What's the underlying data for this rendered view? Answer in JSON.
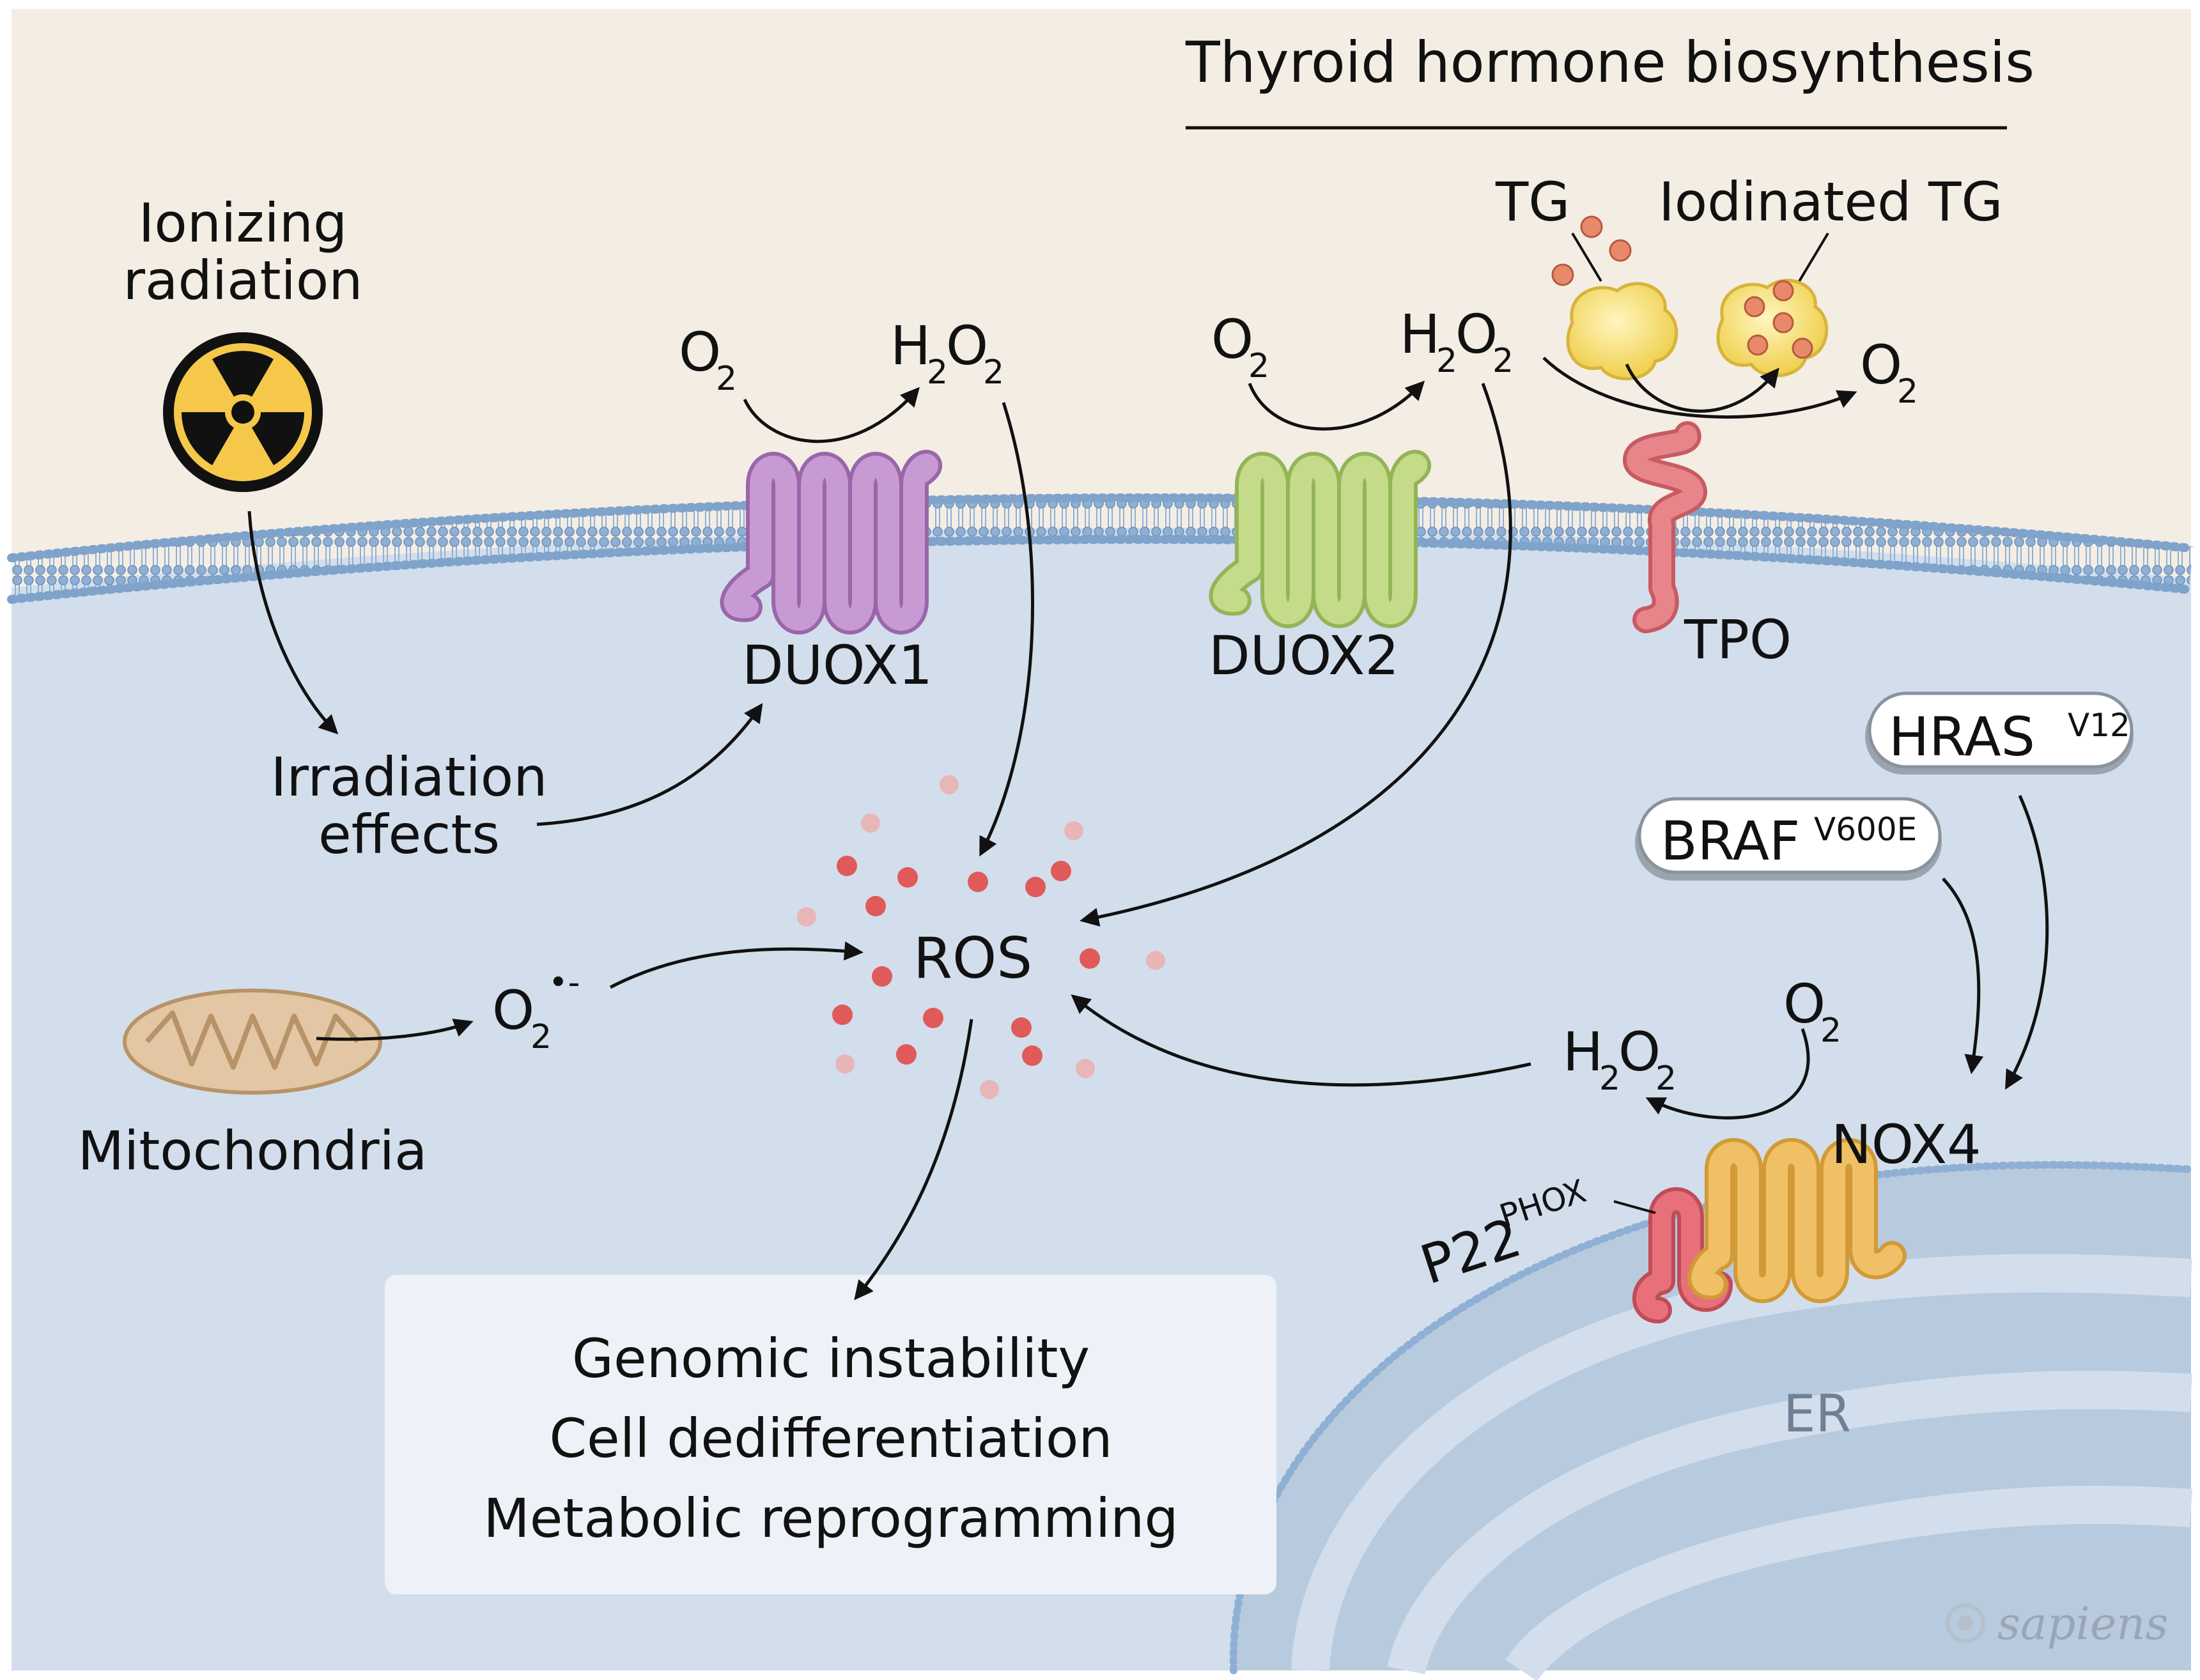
{
  "title": "Thyroid hormone biosynthesis",
  "labels": {
    "ionizing_radiation_1": "Ionizing",
    "ionizing_radiation_2": "radiation",
    "irradiation_effects_1": "Irradiation",
    "irradiation_effects_2": "effects",
    "mitochondria": "Mitochondria",
    "superoxide": "O",
    "superoxide_sub": "2",
    "superoxide_sup": "•-",
    "duox1": "DUOX1",
    "duox2": "DUOX2",
    "tpo": "TPO",
    "tg": "TG",
    "iodinated_tg": "Iodinated TG",
    "ros": "ROS",
    "hras": "HRAS",
    "hras_sup": "V12",
    "braf": "BRAF",
    "braf_sup": "V600E",
    "nox4": "NOX4",
    "p22": "P22",
    "p22_sup": "PHOX",
    "er": "ER",
    "o2": "O",
    "o2_sub": "2",
    "h2o2_h": "H",
    "h2o2_o": "O",
    "sub2": "2",
    "watermark": "sapiens"
  },
  "outcomes": [
    "Genomic instability",
    "Cell dedifferentiation",
    "Metabolic reprogramming"
  ],
  "colors": {
    "extracellular": "#f4ede4",
    "cytoplasm": "#d2deec",
    "membrane": "#8fb0d4",
    "er": "#b8cade",
    "duox1": "#c89ad4",
    "duox2": "#c4dc8a",
    "tpo": "#e8858a",
    "nox4": "#f0c066",
    "p22phox": "#e8707a",
    "ros_dot": "#e05a5a",
    "mitochondria": "#e3c7a4",
    "tg": "#f2d860",
    "radiation_symbol": "#f6c84a"
  },
  "icons": [
    "radiation-icon",
    "mitochondria-icon",
    "thyroglobulin-icon",
    "ros-particles-icon"
  ]
}
